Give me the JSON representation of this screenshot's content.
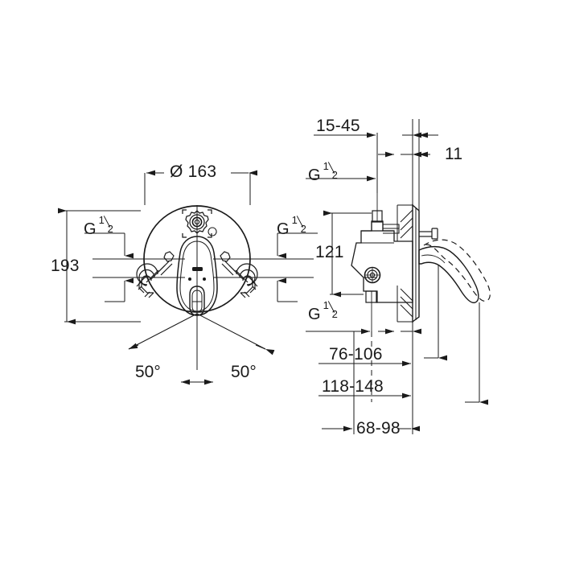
{
  "document": {
    "type": "technical-dimension-drawing",
    "subject": "concealed single-lever bath/shower mixer trim",
    "units": "mm",
    "background_color": "#ffffff",
    "line_color": "#1a1a1a"
  },
  "views": {
    "front": {
      "name": "front-view",
      "diameter_label": "Ø 163",
      "height_label": "193",
      "angle_left_label": "50°",
      "angle_right_label": "50°",
      "thread_left_label": "G",
      "thread_left_fraction": {
        "numerator": "1",
        "denominator": "2"
      },
      "thread_right_label": "G",
      "thread_right_fraction": {
        "numerator": "1",
        "denominator": "2"
      }
    },
    "side": {
      "name": "side-view",
      "depth_range_label": "15-45",
      "plate_thickness_label": "11",
      "vertical_spacing_label": "121",
      "thread_upper_label": "G",
      "thread_upper_fraction": {
        "numerator": "1",
        "denominator": "2"
      },
      "thread_lower_label": "G",
      "thread_lower_fraction": {
        "numerator": "1",
        "denominator": "2"
      },
      "projection_a_label": "76-106",
      "projection_b_label": "118-148",
      "projection_c_label": "68-98"
    }
  },
  "labels": {
    "diameter_163": "Ø 163",
    "height_193": "193",
    "angle_50_left": "50°",
    "angle_50_right": "50°",
    "g_half_front_left": "G",
    "g_half_front_right": "G",
    "depth_15_45": "15-45",
    "thickness_11": "11",
    "dim_121": "121",
    "g_half_side_upper": "G",
    "g_half_side_lower": "G",
    "dim_76_106": "76-106",
    "dim_118_148": "118-148",
    "dim_68_98": "68-98",
    "fraction_num": "1",
    "fraction_den": "2"
  }
}
